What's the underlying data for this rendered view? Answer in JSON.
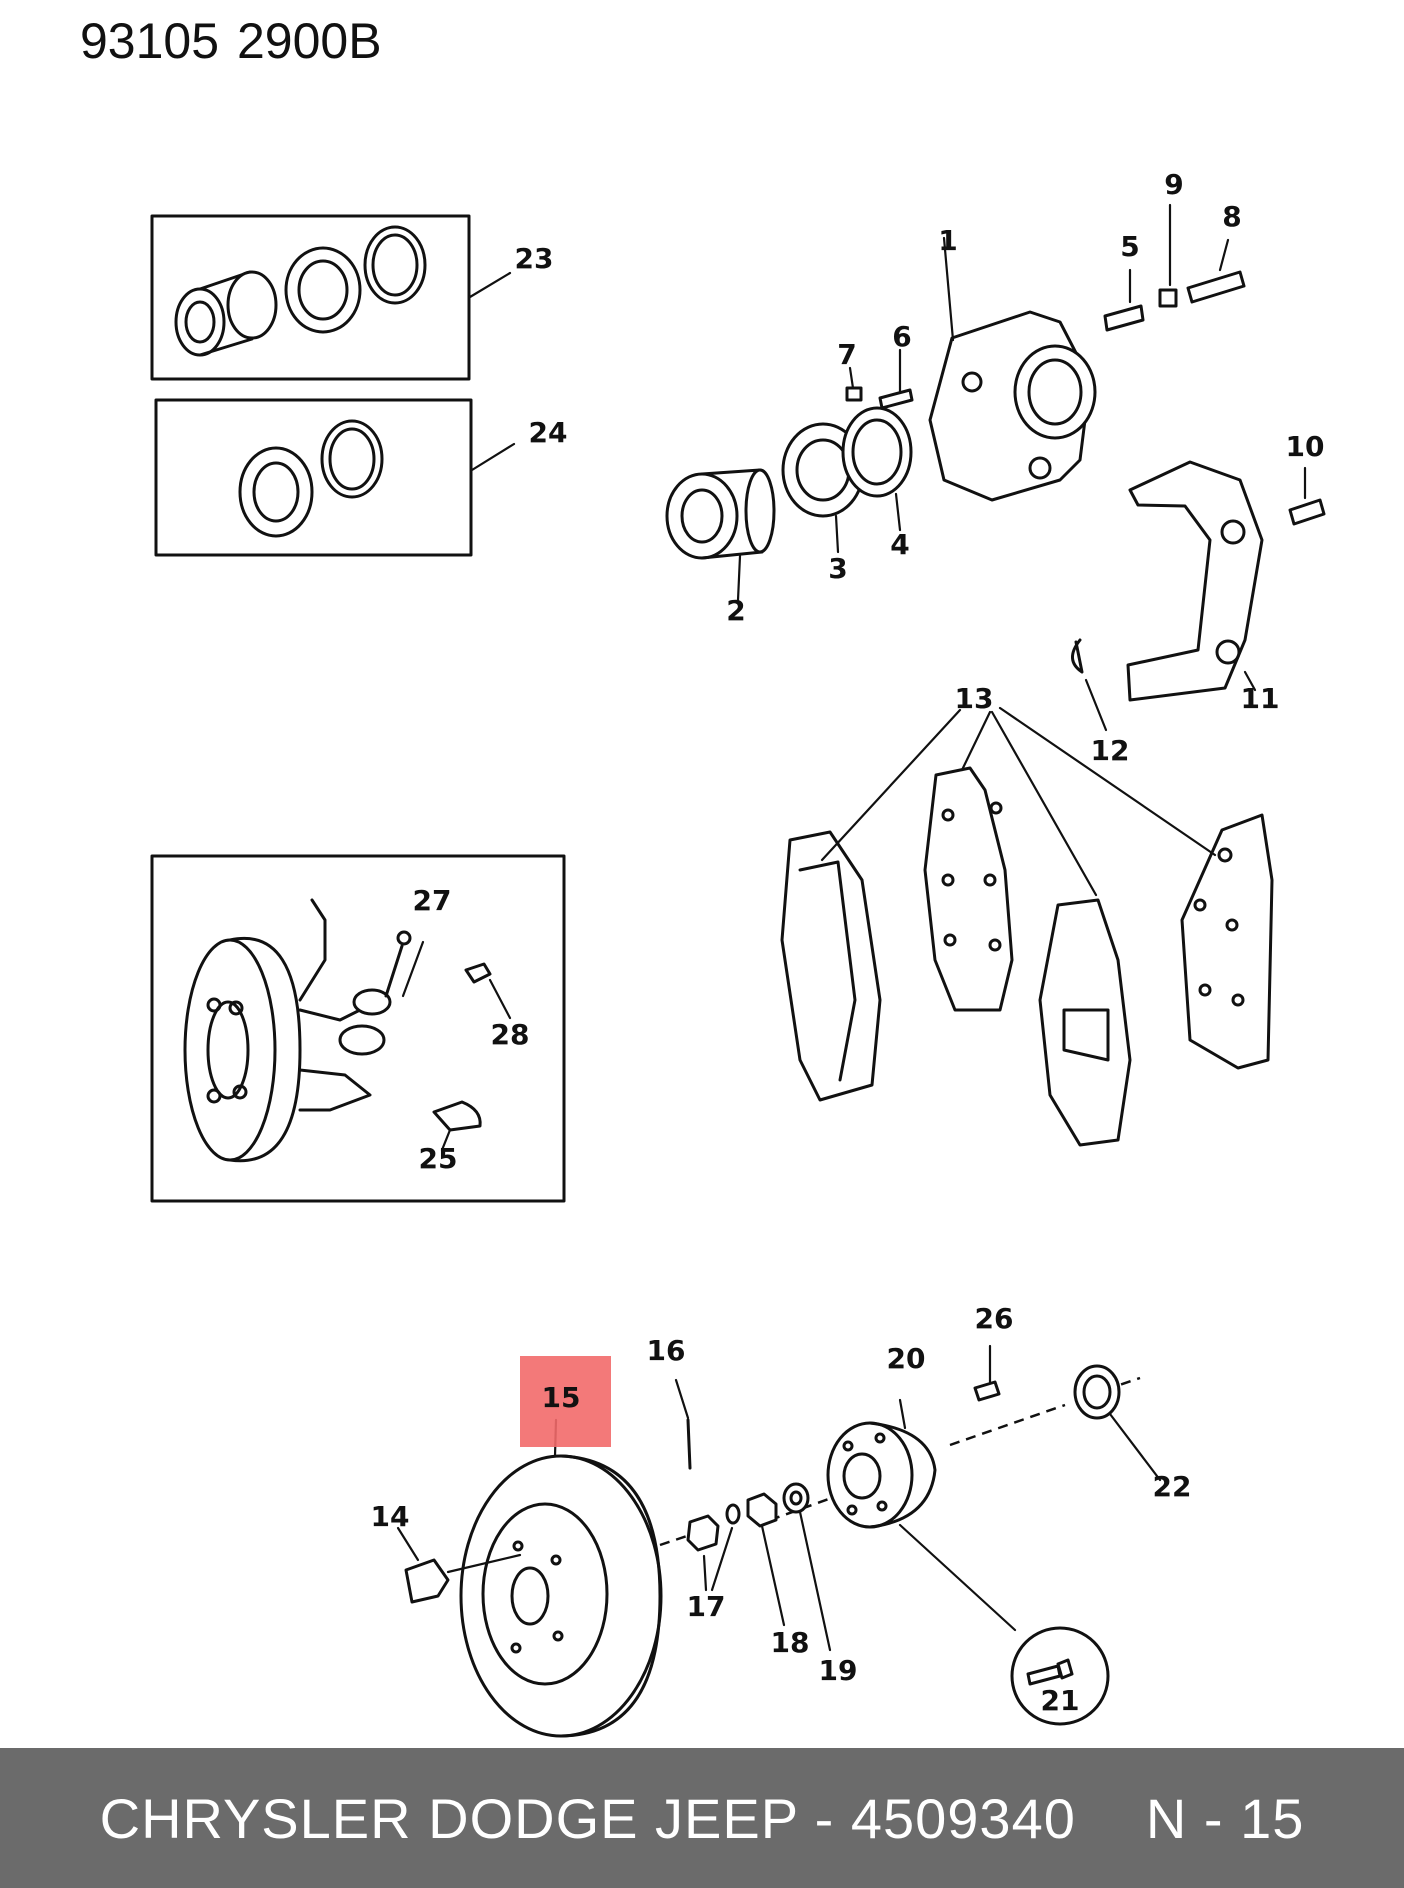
{
  "header": {
    "code_left": "93105",
    "code_right": "2900B"
  },
  "callouts": {
    "c1": "1",
    "c2": "2",
    "c3": "3",
    "c4": "4",
    "c5": "5",
    "c6": "6",
    "c7": "7",
    "c8": "8",
    "c9": "9",
    "c10": "10",
    "c11": "11",
    "c12": "12",
    "c13": "13",
    "c14": "14",
    "c15": "15",
    "c16": "16",
    "c17": "17",
    "c18": "18",
    "c19": "19",
    "c20": "20",
    "c21": "21",
    "c22": "22",
    "c23": "23",
    "c24": "24",
    "c25": "25",
    "c26": "26",
    "c27": "27",
    "c28": "28"
  },
  "highlight": {
    "part": "15",
    "color": "#f26a6a"
  },
  "footer": {
    "part_info": "CHRYSLER DODGE JEEP - 4509340",
    "page_ref": "N - 15",
    "bar_color": "#6b6b6b"
  }
}
